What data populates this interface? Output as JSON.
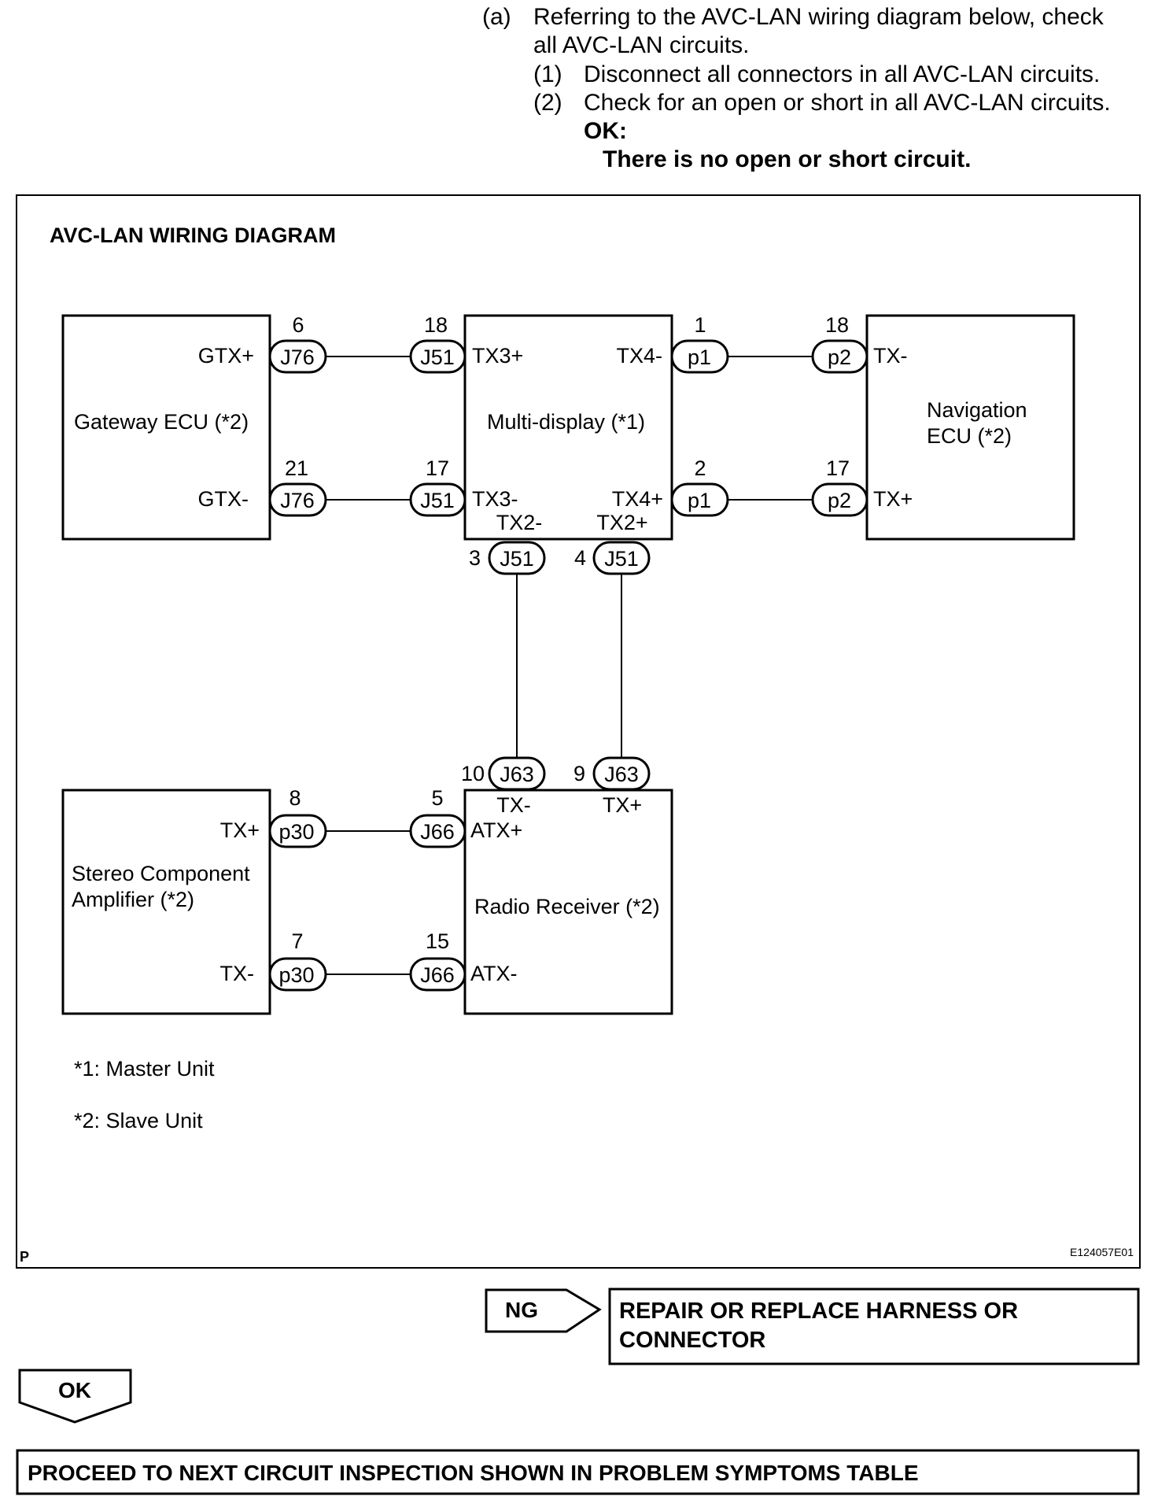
{
  "instructions": {
    "step_a_marker": "(a)",
    "step_a_line1": "Referring to the AVC-LAN wiring diagram below, check",
    "step_a_line2": "all AVC-LAN circuits.",
    "step_1_marker": "(1)",
    "step_1_text": "Disconnect all connectors in all AVC-LAN circuits.",
    "step_2_marker": "(2)",
    "step_2_text": "Check for an open or short in all AVC-LAN circuits.",
    "ok_label": "OK:",
    "ok_text": "There is no open or short circuit."
  },
  "diagram": {
    "title": "AVC-LAN WIRING DIAGRAM",
    "corner_left": "P",
    "corner_right": "E124057E01",
    "ecus": {
      "gateway": "Gateway ECU (*2)",
      "multidisplay": "Multi-display (*1)",
      "navigation_line1": "Navigation",
      "navigation_line2": "ECU (*2)",
      "stereo_line1": "Stereo Component",
      "stereo_line2": "Amplifier (*2)",
      "radio": "Radio Receiver (*2)"
    },
    "terminals": {
      "gtx_plus": "GTX+",
      "gtx_minus": "GTX-",
      "tx3_plus": "TX3+",
      "tx3_minus": "TX3-",
      "tx4_minus": "TX4-",
      "tx4_plus": "TX4+",
      "tx2_minus": "TX2-",
      "tx2_plus": "TX2+",
      "nav_tx_minus": "TX-",
      "nav_tx_plus": "TX+",
      "amp_tx_plus": "TX+",
      "amp_tx_minus": "TX-",
      "atx_plus": "ATX+",
      "atx_minus": "ATX-",
      "radio_tx_minus": "TX-",
      "radio_tx_plus": "TX+"
    },
    "connectors": {
      "j76_a": {
        "id": "J76",
        "pin": "6"
      },
      "j51_a": {
        "id": "J51",
        "pin": "18"
      },
      "p1_a": {
        "id": "p1",
        "pin": "1"
      },
      "p2_a": {
        "id": "p2",
        "pin": "18"
      },
      "j76_b": {
        "id": "J76",
        "pin": "21"
      },
      "j51_b": {
        "id": "J51",
        "pin": "17"
      },
      "p1_b": {
        "id": "p1",
        "pin": "2"
      },
      "p2_b": {
        "id": "p2",
        "pin": "17"
      },
      "j51_c": {
        "id": "J51",
        "pin": "3"
      },
      "j51_d": {
        "id": "J51",
        "pin": "4"
      },
      "j63_a": {
        "id": "J63",
        "pin": "10"
      },
      "j63_b": {
        "id": "J63",
        "pin": "9"
      },
      "p30_a": {
        "id": "p30",
        "pin": "8"
      },
      "j66_a": {
        "id": "J66",
        "pin": "5"
      },
      "p30_b": {
        "id": "p30",
        "pin": "7"
      },
      "j66_b": {
        "id": "J66",
        "pin": "15"
      }
    },
    "notes": {
      "note1": "*1: Master Unit",
      "note2": "*2: Slave Unit"
    }
  },
  "flow": {
    "ng_label": "NG",
    "ng_action_line1": "REPAIR OR REPLACE HARNESS OR",
    "ng_action_line2": "CONNECTOR",
    "ok_label": "OK",
    "ok_action": "PROCEED TO NEXT CIRCUIT INSPECTION SHOWN IN PROBLEM SYMPTOMS TABLE"
  }
}
